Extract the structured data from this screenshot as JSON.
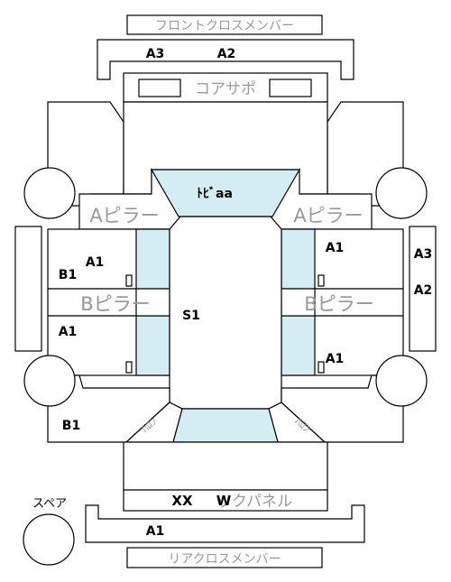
{
  "labels": {
    "front_cross_member": "フロントクロスメンバー",
    "core_support": "コアサポ",
    "a_pillar_left": "Aピラー",
    "a_pillar_right": "Aピラー",
    "b_pillar_left": "Bピラー",
    "b_pillar_right": "Bピラー",
    "rear_panel": "ックパネル",
    "rear_cross_member": "リアクロスメンバー",
    "spare": "スペア",
    "toe_board": "ﾄﾋﾞaa",
    "tunnel_left": "ﾊﾛﾝ",
    "tunnel_right": "ﾊﾛﾝ"
  },
  "grades": {
    "front_a3": "A3",
    "front_a2": "A2",
    "left_a1_upper": "A1",
    "left_b1_upper": "B1",
    "left_a1_lower": "A1",
    "right_a1_upper": "A1",
    "right_a1_lower": "A1",
    "right_edge_a3": "A3",
    "right_edge_a2": "A2",
    "center_s1": "S1",
    "left_b1_bottom": "B1",
    "rear_xx": "XX",
    "rear_w": "W",
    "rear_a1": "A1"
  }
}
